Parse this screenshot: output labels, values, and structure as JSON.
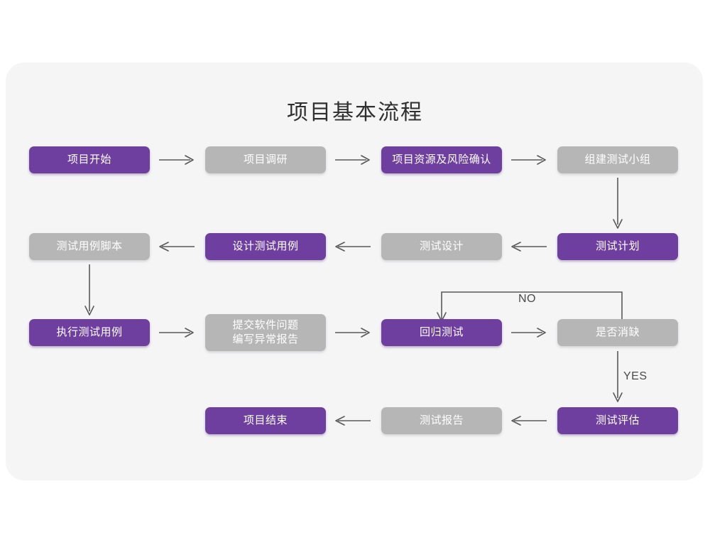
{
  "page": {
    "title": "项目基本流程",
    "background_color": "#ffffff",
    "card_color": "#f5f5f6"
  },
  "palette": {
    "purple": "#6e3f9e",
    "gray": "#b6b6b6",
    "arrow": "#595959",
    "text_on_node": "#ffffff",
    "title_color": "#2f2f2f"
  },
  "chart_data": {
    "type": "diagram",
    "title": "项目基本流程",
    "nodes": [
      {
        "id": "n1",
        "label": "项目开始",
        "style": "purple",
        "row": 1,
        "col": 1
      },
      {
        "id": "n2",
        "label": "项目调研",
        "style": "gray",
        "row": 1,
        "col": 2
      },
      {
        "id": "n3",
        "label": "项目资源及风险确认",
        "style": "purple",
        "row": 1,
        "col": 3
      },
      {
        "id": "n4",
        "label": "组建测试小组",
        "style": "gray",
        "row": 1,
        "col": 4
      },
      {
        "id": "n5",
        "label": "测试用例脚本",
        "style": "gray",
        "row": 2,
        "col": 1
      },
      {
        "id": "n6",
        "label": "设计测试用例",
        "style": "purple",
        "row": 2,
        "col": 2
      },
      {
        "id": "n7",
        "label": "测试设计",
        "style": "gray",
        "row": 2,
        "col": 3
      },
      {
        "id": "n8",
        "label": "测试计划",
        "style": "purple",
        "row": 2,
        "col": 4
      },
      {
        "id": "n9",
        "label": "执行测试用例",
        "style": "purple",
        "row": 3,
        "col": 1
      },
      {
        "id": "n10",
        "label": "提交软件问题\n编写异常报告",
        "style": "gray",
        "row": 3,
        "col": 2
      },
      {
        "id": "n11",
        "label": "回归测试",
        "style": "purple",
        "row": 3,
        "col": 3
      },
      {
        "id": "n12",
        "label": "是否消缺",
        "style": "gray",
        "row": 3,
        "col": 4
      },
      {
        "id": "n13",
        "label": "项目结束",
        "style": "purple",
        "row": 4,
        "col": 2
      },
      {
        "id": "n14",
        "label": "测试报告",
        "style": "gray",
        "row": 4,
        "col": 3
      },
      {
        "id": "n15",
        "label": "测试评估",
        "style": "purple",
        "row": 4,
        "col": 4
      }
    ],
    "edges": [
      {
        "from": "n1",
        "to": "n2",
        "label": "",
        "direction": "right"
      },
      {
        "from": "n2",
        "to": "n3",
        "label": "",
        "direction": "right"
      },
      {
        "from": "n3",
        "to": "n4",
        "label": "",
        "direction": "right"
      },
      {
        "from": "n4",
        "to": "n8",
        "label": "",
        "direction": "down"
      },
      {
        "from": "n8",
        "to": "n7",
        "label": "",
        "direction": "left"
      },
      {
        "from": "n7",
        "to": "n6",
        "label": "",
        "direction": "left"
      },
      {
        "from": "n6",
        "to": "n5",
        "label": "",
        "direction": "left"
      },
      {
        "from": "n5",
        "to": "n9",
        "label": "",
        "direction": "down"
      },
      {
        "from": "n9",
        "to": "n10",
        "label": "",
        "direction": "right"
      },
      {
        "from": "n10",
        "to": "n11",
        "label": "",
        "direction": "right"
      },
      {
        "from": "n11",
        "to": "n12",
        "label": "",
        "direction": "right"
      },
      {
        "from": "n12",
        "to": "n11",
        "label": "NO",
        "direction": "loop-up-left"
      },
      {
        "from": "n12",
        "to": "n15",
        "label": "YES",
        "direction": "down"
      },
      {
        "from": "n15",
        "to": "n14",
        "label": "",
        "direction": "left"
      },
      {
        "from": "n14",
        "to": "n13",
        "label": "",
        "direction": "left"
      }
    ],
    "labels": {
      "no": "NO",
      "yes": "YES"
    }
  }
}
